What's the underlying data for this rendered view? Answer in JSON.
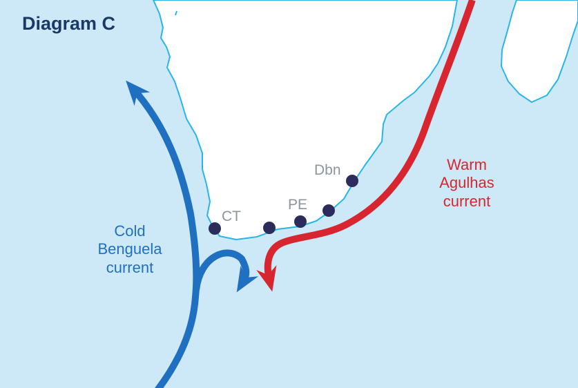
{
  "title": "Diagram C",
  "colors": {
    "ocean": "#cde9f8",
    "land": "#ffffff",
    "coastline": "#29b5e8",
    "cold_current": "#1f70c1",
    "warm_current": "#d7262f",
    "city_dot": "#2c2c5c",
    "city_label": "#8d949c",
    "title": "#1a3a66"
  },
  "currents": {
    "cold": {
      "line1": "Cold",
      "line2": "Benguela",
      "line3": "current"
    },
    "warm": {
      "line1": "Warm",
      "line2": "Agulhas",
      "line3": "current"
    }
  },
  "cities": {
    "ct": "CT",
    "pe": "PE",
    "dbn": "Dbn"
  }
}
